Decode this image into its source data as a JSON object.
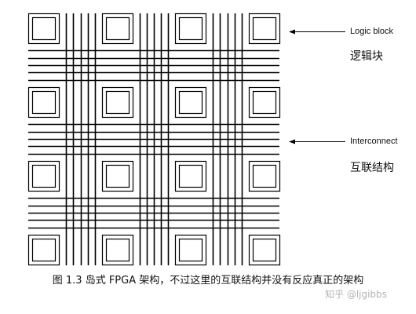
{
  "labels": {
    "logic_block": "Logic block",
    "logic_block_cn": "逻辑块",
    "interconnect": "Interconnect",
    "interconnect_cn": "互联结构"
  },
  "caption": "图 1.3 岛式 FPGA 架构，不过这里的互联结构并没有反应真正的架构",
  "watermark": "知乎 @ljgibbs",
  "diagram": {
    "block_rows": 4,
    "block_cols": 4,
    "lines_per_channel": 5,
    "line_color": "#000000",
    "block_border_color": "#000000"
  }
}
